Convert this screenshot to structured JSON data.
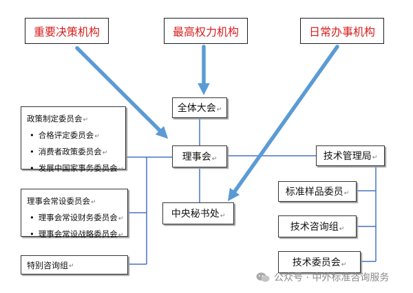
{
  "labels": {
    "decision": "重要决策机构",
    "highest": "最高权力机构",
    "daily": "日常办事机构"
  },
  "nodes": {
    "general_assembly": "全体大会",
    "council": "理事会",
    "secretariat": "中央秘书处",
    "tech_bureau": "技术管理局",
    "sample_committee": "标准样品委员",
    "advisory_group": "技术咨询组",
    "tech_committee": "技术委员会",
    "special_group": "特别咨询组"
  },
  "policy_committee": {
    "title": "政策制定委员会",
    "items": [
      "合格评定委员会",
      "消费者政策委员会",
      "发展中国家事务委员会"
    ]
  },
  "standing_committee": {
    "title": "理事会常设委员会",
    "items": [
      "理事会常设财务委员会",
      "理事会常设战略委员会"
    ]
  },
  "paragraph_mark": "↵",
  "bullet": "•",
  "watermark": "公众号 · 中外标准咨询服务",
  "colors": {
    "arrow": "#5b9bd5",
    "label_text": "#d81e1e",
    "connector": "#4472c4",
    "border": "#333333"
  }
}
